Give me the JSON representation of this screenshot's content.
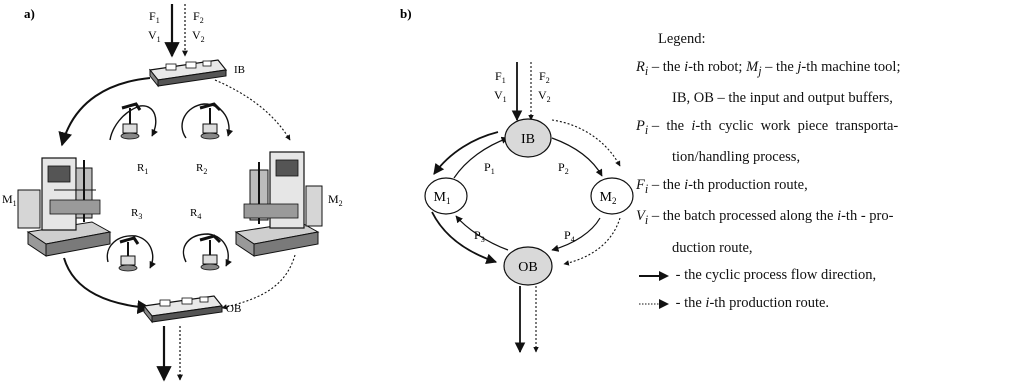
{
  "panel_a": {
    "label": "a)",
    "flow_in": {
      "f1": "F",
      "f1_sub": "1",
      "v1": "V",
      "v1_sub": "1",
      "f2": "F",
      "f2_sub": "2",
      "v2": "V",
      "v2_sub": "2"
    },
    "buffer_in": "IB",
    "buffer_out": "OB",
    "machines": [
      {
        "label": "M",
        "sub": "1"
      },
      {
        "label": "M",
        "sub": "2"
      }
    ],
    "robots": [
      {
        "label": "R",
        "sub": "1"
      },
      {
        "label": "R",
        "sub": "2"
      },
      {
        "label": "R",
        "sub": "3"
      },
      {
        "label": "R",
        "sub": "4"
      }
    ]
  },
  "panel_b": {
    "label": "b)",
    "flow_in": {
      "f1": "F",
      "f1_sub": "1",
      "v1": "V",
      "v1_sub": "1",
      "f2": "F",
      "f2_sub": "2",
      "v2": "V",
      "v2_sub": "2"
    },
    "nodes": {
      "ib": "IB",
      "m1": "M",
      "m1_sub": "1",
      "m2": "M",
      "m2_sub": "2",
      "ob": "OB"
    },
    "processes": [
      {
        "label": "P",
        "sub": "1"
      },
      {
        "label": "P",
        "sub": "2"
      },
      {
        "label": "P",
        "sub": "3"
      },
      {
        "label": "P",
        "sub": "4"
      }
    ],
    "colors": {
      "node_fill": "#d9d9d9",
      "stroke": "#111111"
    }
  },
  "legend": {
    "title": "Legend:",
    "l1_r": "R",
    "l1_r_sub": "i",
    "l1_t1": " – the ",
    "l1_i": "i",
    "l1_t2": "-th robot; ",
    "l1_m": "M",
    "l1_m_sub": "j",
    "l1_t3": " – the ",
    "l1_j": "j",
    "l1_t4": "-th  machine tool;",
    "l1_cont": "IB, OB – the input and output buffers,",
    "l2_p": "P",
    "l2_p_sub": "i",
    "l2_t1": " –  the  ",
    "l2_i": "i",
    "l2_t2": "-th  cyclic  work  piece  transporta-",
    "l2_cont": "tion/handling process,",
    "l3_f": "F",
    "l3_f_sub": "i",
    "l3_t1": " – the ",
    "l3_i": "i",
    "l3_t2": "-th production route,",
    "l4_v": "V",
    "l4_v_sub": "i",
    "l4_t1": " – the batch processed along the ",
    "l4_i": "i",
    "l4_t2": "-th - pro-",
    "l4_cont": "duction route,",
    "l5_text": " - the cyclic process flow direction,",
    "l6_t1": " - the ",
    "l6_i": "i",
    "l6_t2": "-th production route."
  }
}
